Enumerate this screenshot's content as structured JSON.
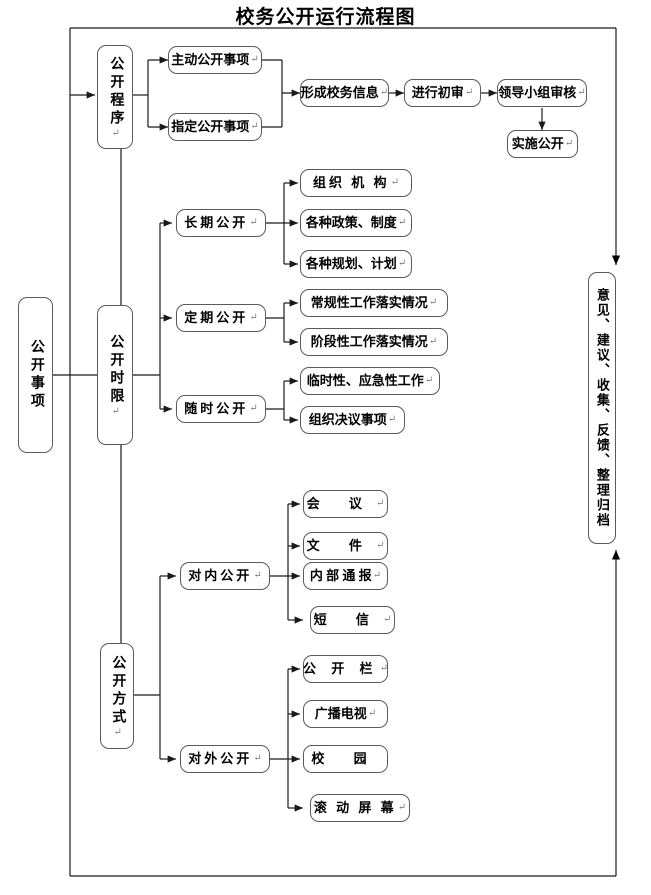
{
  "title": "校务公开运行流程图",
  "pilcrow": "↵",
  "colors": {
    "box_border": "#5a5a5a",
    "line": "#1a1a1a",
    "text": "#000000",
    "pilcrow": "#808080"
  },
  "diagram": {
    "type": "flowchart",
    "root": {
      "label": "公开事项",
      "orientation": "vertical"
    },
    "branches": [
      {
        "label": "公开程序",
        "children": [
          {
            "label": "主动公开事项"
          },
          {
            "label": "指定公开事项"
          }
        ],
        "pipeline": [
          {
            "label": "形成校务信息"
          },
          {
            "label": "进行初审"
          },
          {
            "label": "领导小组审核"
          },
          {
            "label": "实施公开"
          }
        ]
      },
      {
        "label": "公开时限",
        "children": [
          {
            "label": "长期公开",
            "items": [
              "组织 机 构",
              "各种政策、制度",
              "各种规划、计划"
            ]
          },
          {
            "label": "定期公开",
            "items": [
              "常规性工作落实情况",
              "阶段性工作落实情况"
            ]
          },
          {
            "label": "随时公开",
            "items": [
              "临时性、应急性工作",
              "组织决议事项"
            ]
          }
        ]
      },
      {
        "label": "公开方式",
        "children": [
          {
            "label": "对内公开",
            "items": [
              "会  议",
              "文  件",
              "内 部 通 报",
              "短  信"
            ]
          },
          {
            "label": "对外公开",
            "items": [
              "公 开 栏",
              "广播电视",
              "校  园",
              "滚 动 屏 幕"
            ]
          }
        ]
      }
    ],
    "feedback": {
      "label": "意见、建议、收集、反馈、整理归档",
      "orientation": "vertical"
    }
  },
  "nodes": {
    "root": "公开事项",
    "proc": "公开程序",
    "time": "公开时限",
    "way": "公开方式",
    "p1": "主动公开事项",
    "p2": "指定公开事项",
    "s1": "形成校务信息",
    "s2": "进行初审",
    "s3": "领导小组审核",
    "s4": "实施公开",
    "t1": "长期公开",
    "t2": "定期公开",
    "t3": "随时公开",
    "t1a": "组织 机 构",
    "t1b": "各种政策、制度",
    "t1c": "各种规划、计划",
    "t2a": "常规性工作落实情况",
    "t2b": "阶段性工作落实情况",
    "t3a": "临时性、应急性工作",
    "t3b": "组织决议事项",
    "w1": "对内公开",
    "w2": "对外公开",
    "w1a": "会  议",
    "w1b": "文  件",
    "w1c": "内 部 通 报",
    "w1d": "短  信",
    "w2a": "公 开 栏",
    "w2b": "广播电视",
    "w2c": "校  园",
    "w2d": "滚 动 屏 幕",
    "feedback": "意见、建议、收集、反馈、整理归档"
  }
}
